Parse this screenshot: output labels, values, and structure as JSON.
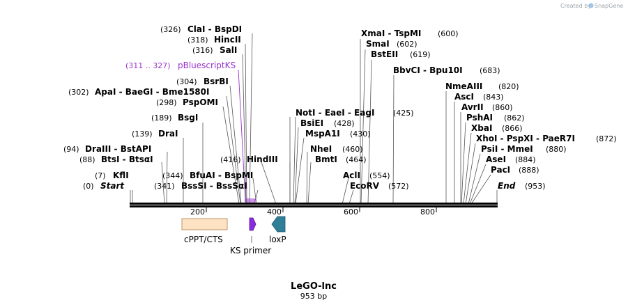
{
  "credit": {
    "prefix": "Created by",
    "brand": "SnapGene"
  },
  "plasmid": {
    "name": "LeGO-lnc",
    "size_label": "953 bp",
    "length": 953
  },
  "colors": {
    "backbone": "#000000",
    "feature_cppt": "#fde3c4",
    "feature_cppt_stroke": "#b07d4a",
    "primer": "#9933cc",
    "loxp": "#2e7f97",
    "leader": "#555555"
  },
  "ruler": {
    "ticks": [
      "200",
      "400",
      "600",
      "800"
    ]
  },
  "sites": [
    {
      "pos": "(7)",
      "name": "KflI"
    },
    {
      "pos": "(0)",
      "name": "Start",
      "italic": true
    },
    {
      "pos": "(88)",
      "name": "BtsI  -  BtsαI"
    },
    {
      "pos": "(94)",
      "name": "DraIII  -  BstAPI"
    },
    {
      "pos": "(139)",
      "name": "DraI"
    },
    {
      "pos": "(189)",
      "name": "BsgI"
    },
    {
      "pos": "(298)",
      "name": "PspOMI"
    },
    {
      "pos": "(302)",
      "name": "ApaI  -  BaeGI  -  Bme1580I"
    },
    {
      "pos": "(304)",
      "name": "BsrBI"
    },
    {
      "pos": "(316)",
      "name": "SalI"
    },
    {
      "pos": "(318)",
      "name": "HincII"
    },
    {
      "pos": "(326)",
      "name": "ClaI  -  BspDI"
    },
    {
      "pos": "(344)",
      "name": "BfuAI  -  BspMI"
    },
    {
      "pos": "(341)",
      "name": "BssSI  -  BssSαI"
    },
    {
      "pos": "(416)",
      "name": "HindIII"
    },
    {
      "pos": "(425)",
      "name": "NotI  -  EaeI  -  EagI"
    },
    {
      "pos": "(428)",
      "name": "BsiEI"
    },
    {
      "pos": "(430)",
      "name": "MspA1I"
    },
    {
      "pos": "(460)",
      "name": "NheI"
    },
    {
      "pos": "(464)",
      "name": "BmtI"
    },
    {
      "pos": "(554)",
      "name": "AclI"
    },
    {
      "pos": "(572)",
      "name": "EcoRV"
    },
    {
      "pos": "(600)",
      "name": "XmaI  -  TspMI"
    },
    {
      "pos": "(602)",
      "name": "SmaI"
    },
    {
      "pos": "(619)",
      "name": "BstEII"
    },
    {
      "pos": "(683)",
      "name": "BbvCI  -  Bpu10I"
    },
    {
      "pos": "(820)",
      "name": "NmeAIII"
    },
    {
      "pos": "(843)",
      "name": "AscI"
    },
    {
      "pos": "(860)",
      "name": "AvrII"
    },
    {
      "pos": "(862)",
      "name": "PshAI"
    },
    {
      "pos": "(866)",
      "name": "XbaI"
    },
    {
      "pos": "(872)",
      "name": "XhoI  -  PspXI  -  PaeR7I"
    },
    {
      "pos": "(880)",
      "name": "PsiI  -  MmeI"
    },
    {
      "pos": "(884)",
      "name": "AseI"
    },
    {
      "pos": "(888)",
      "name": "PacI"
    },
    {
      "pos": "(953)",
      "name": "End",
      "italic": true
    }
  ],
  "primer": {
    "range": "(311 .. 327)",
    "name": "pBluescriptKS"
  },
  "features": [
    {
      "name": "cPPT/CTS"
    },
    {
      "name": "KS primer"
    },
    {
      "name": "loxP"
    }
  ]
}
